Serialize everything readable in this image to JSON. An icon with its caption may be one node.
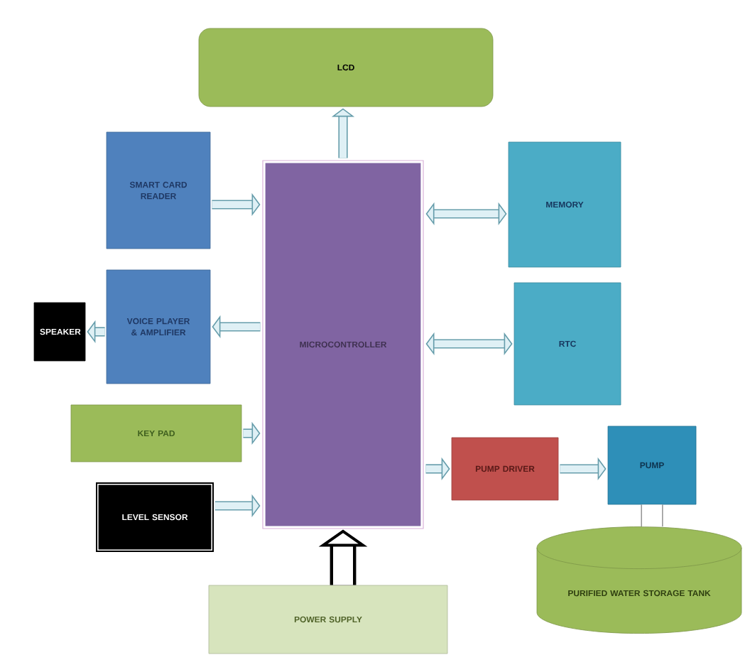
{
  "diagram": {
    "nodes": [
      {
        "text": [
          "LCD"
        ]
      },
      {
        "text": [
          "SMART CARD READER"
        ]
      },
      {
        "text": [
          "MEMORY"
        ]
      },
      {
        "text": [
          "VOICE PLAYER & AMPLIFIER"
        ]
      },
      {
        "text": [
          "SPEAKER"
        ]
      },
      {
        "text": [
          "MICROCONTROLLER"
        ]
      },
      {
        "text": [
          "RTC"
        ]
      },
      {
        "text": [
          "KEY PAD"
        ]
      },
      {
        "text": [
          "PUMP DRIVER"
        ]
      },
      {
        "text": [
          "PUMP"
        ]
      },
      {
        "text": [
          "LEVEL SENSOR"
        ]
      },
      {
        "text": [
          "POWER SUPPLY"
        ]
      },
      {
        "text": [
          "PURIFIED WATER STORAGE TANK"
        ]
      }
    ],
    "edges": [
      {
        "from": 5,
        "to": 0,
        "arrow": "to"
      },
      {
        "from": 1,
        "to": 5,
        "arrow": "to"
      },
      {
        "from": 5,
        "to": 2,
        "arrow": "both"
      },
      {
        "from": 5,
        "to": 3,
        "arrow": "to"
      },
      {
        "from": 3,
        "to": 4,
        "arrow": "to"
      },
      {
        "from": 7,
        "to": 5,
        "arrow": "to"
      },
      {
        "from": 5,
        "to": 6,
        "arrow": "both"
      },
      {
        "from": 5,
        "to": 8,
        "arrow": "to"
      },
      {
        "from": 8,
        "to": 9,
        "arrow": "to"
      },
      {
        "from": 10,
        "to": 5,
        "arrow": "to"
      },
      {
        "from": 11,
        "to": 5,
        "arrow": "to",
        "style": "thick",
        "color": "#000000"
      },
      {
        "from": 9,
        "to": 12,
        "arrow": "none",
        "style": "thick",
        "color": "#999999"
      }
    ]
  }
}
